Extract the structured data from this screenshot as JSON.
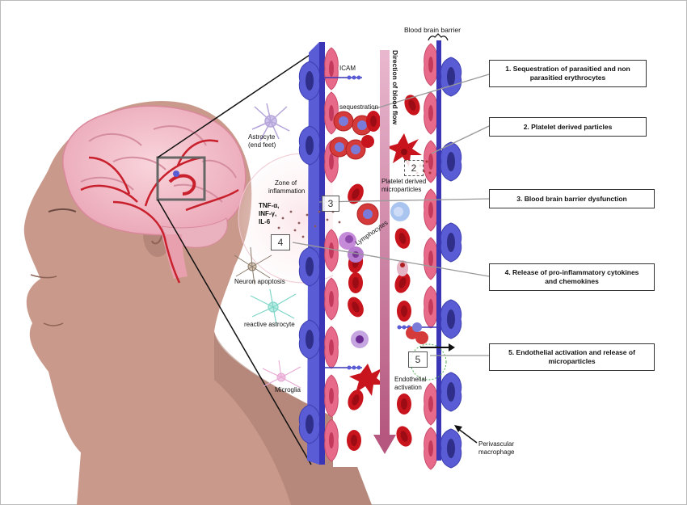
{
  "labels": {
    "bbb": "Blood brain barrier",
    "icam": "ICAM",
    "sequestration": "sequestration",
    "direction": "Direction of blood flow",
    "astrocyte": "Astrocyte",
    "end_feet": "(end feet)",
    "zone_line1": "Zone of",
    "zone_line2": "inflammation",
    "cytokine1": "TNF-α,",
    "cytokine2": "INF-γ,",
    "cytokine3": "IL-6",
    "platelet_line1": "Platelet derived",
    "platelet_line2": "microparticles",
    "lymphocytes": "Lymphocytes",
    "neuron": "Neuron apoptosis",
    "reactive": "reactive astrocyte",
    "microglia": "Microglia",
    "endo_line1": "Endothelial",
    "endo_line2": "activation",
    "peri_line1": "Perivascular",
    "peri_line2": "macrophage"
  },
  "markers": [
    "2",
    "3",
    "4",
    "5"
  ],
  "callouts": [
    {
      "line1": "1. Sequestration of parasitied and non",
      "line2": "parasitied erythrocytes"
    },
    {
      "line1": "2. Platelet derived particles",
      "line2": ""
    },
    {
      "line1": "3. Blood brain barrier dysfunction",
      "line2": ""
    },
    {
      "line1": "4. Release of pro-inflammatory cytokines",
      "line2": "and chemokines"
    },
    {
      "line1": "5. Endothelial activation and release of",
      "line2": "microparticles"
    }
  ],
  "colors": {
    "skin": "#c9998b",
    "skin_shadow": "#a4786b",
    "brain": "#f4c5cf",
    "vessel": "#c8202c",
    "endothelium_blue": "#5a5cd6",
    "endothelium_pink": "#e86a8a",
    "rbc": "#c8141c",
    "flow_arrow": "#c76a95"
  }
}
